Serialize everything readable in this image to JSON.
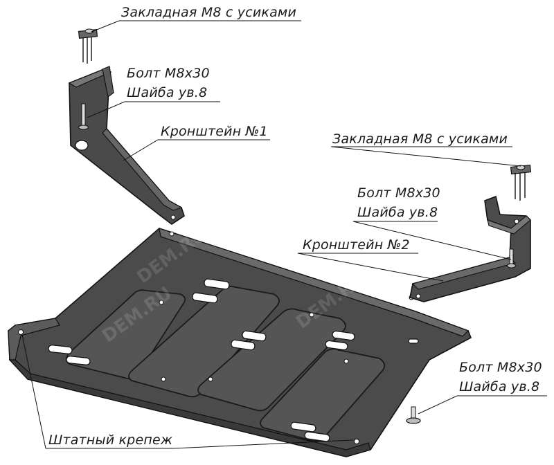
{
  "labels": {
    "insert_top": "Закладная М8 с усиками",
    "bolt1_line1": "Болт М8х30",
    "bolt1_line2": "Шайба ув.8",
    "bracket1": "Кронштейн №1",
    "insert_right": "Закладная М8 с усиками",
    "bolt2_line1": "Болт М8х30",
    "bolt2_line2": "Шайба ув.8",
    "bracket2": "Кронштейн №2",
    "bolt3_line1": "Болт М8х30",
    "bolt3_line2": "Шайба ув.8",
    "standard_mount": "Штатный крепеж"
  },
  "watermark": "DEM.RU",
  "colors": {
    "plate_fill": "#4a4a4a",
    "plate_dark": "#2e2e2e",
    "line": "#111111",
    "panel_light": "#6b6b6b",
    "text": "#1a1a1a"
  },
  "icons": [
    "insert-nut-icon",
    "bolt-icon"
  ]
}
